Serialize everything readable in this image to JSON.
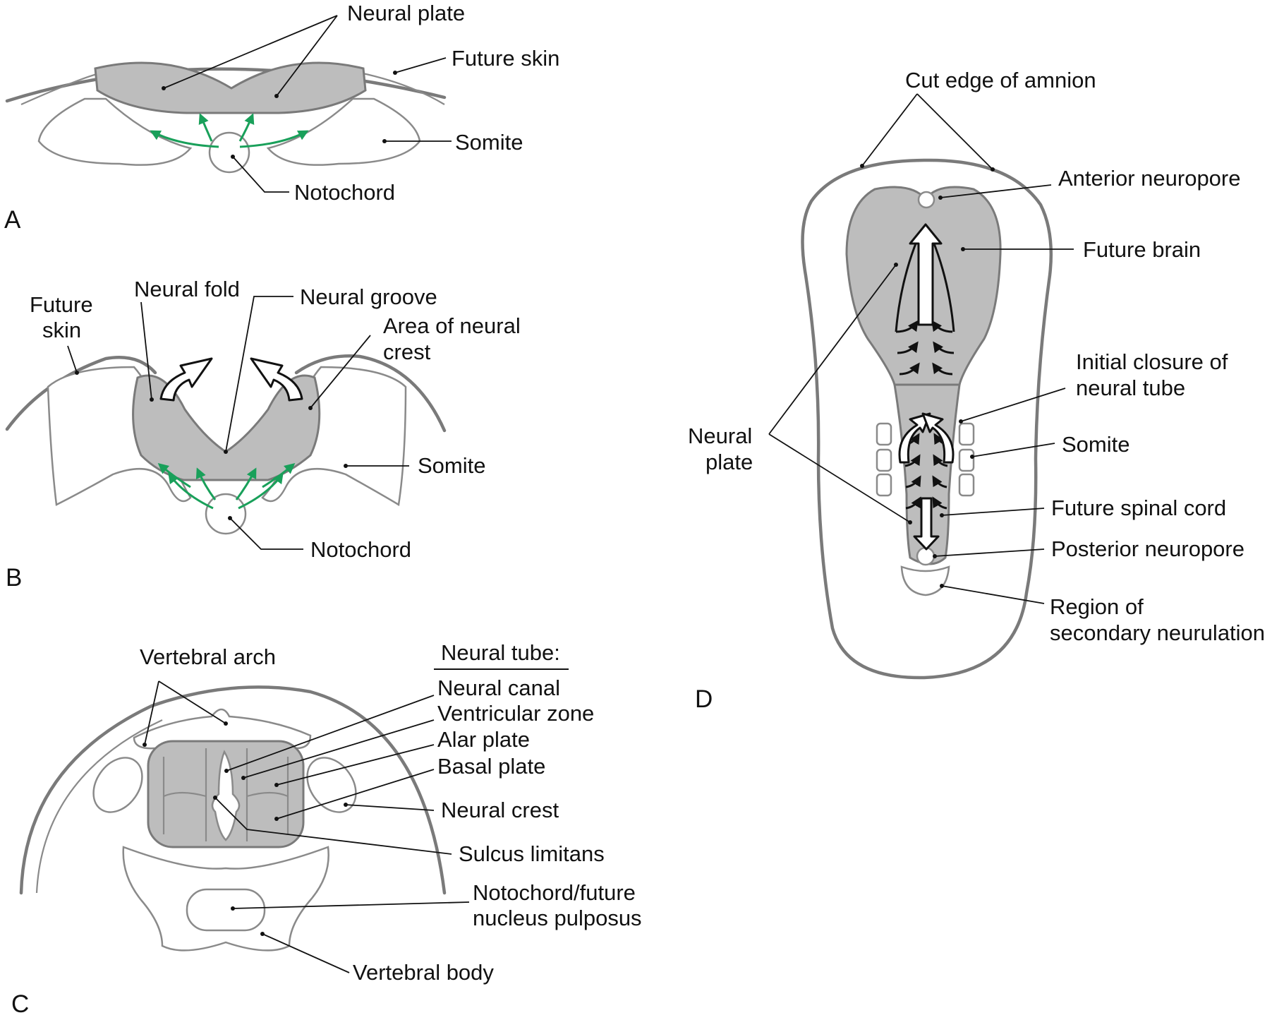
{
  "panels": {
    "a": {
      "letter": "A",
      "labels": {
        "neural_plate": "Neural plate",
        "future_skin": "Future skin",
        "somite": "Somite",
        "notochord": "Notochord"
      }
    },
    "b": {
      "letter": "B",
      "labels": {
        "future_skin_line1": "Future",
        "future_skin_line2": "skin",
        "neural_fold": "Neural fold",
        "neural_groove": "Neural groove",
        "neural_crest_line1": "Area of neural",
        "neural_crest_line2": "crest",
        "somite": "Somite",
        "notochord": "Notochord"
      }
    },
    "c": {
      "letter": "C",
      "labels": {
        "vertebral_arch": "Vertebral arch",
        "neural_tube_heading": "Neural tube:",
        "neural_canal": "Neural canal",
        "ventricular_zone": "Ventricular zone",
        "alar_plate": "Alar plate",
        "basal_plate": "Basal plate",
        "neural_crest": "Neural crest",
        "sulcus_limitans": "Sulcus limitans",
        "notochord_line1": "Notochord/future",
        "notochord_line2": "nucleus pulposus",
        "vertebral_body": "Vertebral body"
      }
    },
    "d": {
      "letter": "D",
      "labels": {
        "cut_edge": "Cut edge of amnion",
        "anterior_neuropore": "Anterior neuropore",
        "future_brain": "Future brain",
        "initial_closure_line1": "Initial closure of",
        "initial_closure_line2": "neural tube",
        "neural_plate_line1": "Neural",
        "neural_plate_line2": "plate",
        "somite": "Somite",
        "future_spinal_cord": "Future spinal cord",
        "posterior_neuropore": "Posterior neuropore",
        "secondary_line1": "Region of",
        "secondary_line2": "secondary neurulation"
      }
    }
  }
}
